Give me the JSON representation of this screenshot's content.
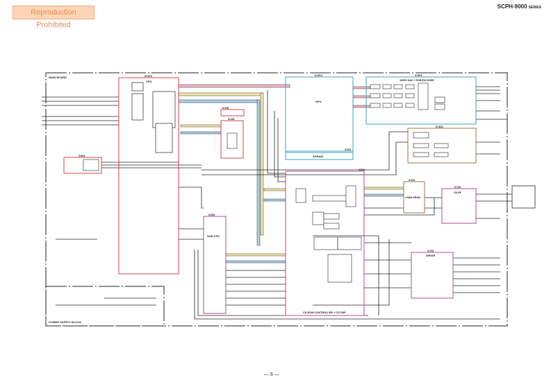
{
  "stamp": "Reproduction Prohibited",
  "header": {
    "model": "SCPH-9000",
    "series": "SERIES"
  },
  "board_label": "MAIN BOARD",
  "power_block_label": "POWER SUPPLY BLOCK",
  "page_number": "— 6 —",
  "blocks": {
    "cpu": {
      "ref": "IC103",
      "name": "CPU"
    },
    "gpu": {
      "ref": "IC203",
      "name": "GPU"
    },
    "sgram": {
      "ref": "IC201",
      "name": "SGRAM"
    },
    "video": {
      "ref": "IC501",
      "name": "VIDEO DAC + RGB ENCODER"
    },
    "audio": {
      "ref": "IC402",
      "name": ""
    },
    "ic106": {
      "ref": "IC106",
      "name": ""
    },
    "ic108": {
      "ref": "IC108",
      "name": ""
    },
    "ic604": {
      "ref": "IC604",
      "name": ""
    },
    "subcpu": {
      "ref": "IC304",
      "name": "SUB CPU"
    },
    "cdrom": {
      "ref": "IC302",
      "name": "CD-ROM CONTROLLER + CD DSP"
    },
    "dram": {
      "ref": "IC310",
      "name": "4 Mbit DRAM"
    },
    "cdrf": {
      "ref": "IC720",
      "name": "CD-RF"
    },
    "driver": {
      "ref": "IC702",
      "name": "DRIVER"
    }
  },
  "colors": {
    "cpu": "#d9404a",
    "gpu": "#3aa0b8",
    "cdrom": "#b04a90",
    "audio": "#a0704a",
    "bus_pink": "#f2b8c8",
    "bus_yellow": "#f4e8a8",
    "bus_blue": "#a8d0e8",
    "stamp": "#ee8a52"
  }
}
